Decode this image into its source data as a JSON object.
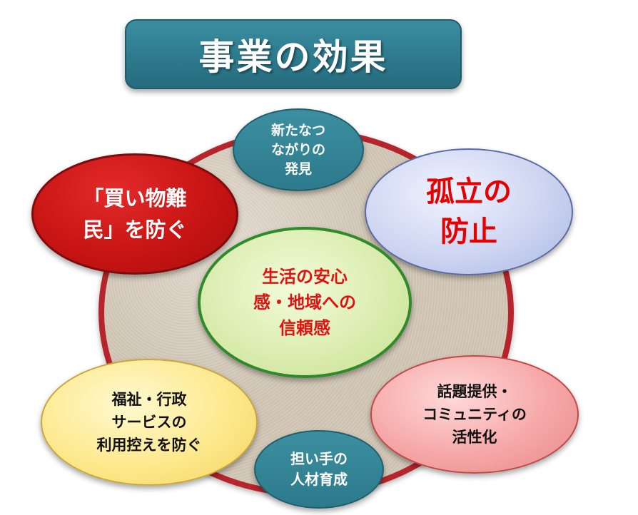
{
  "title": "事業の効果",
  "center": {
    "lines": [
      "生活の安心",
      "感・地域への",
      "信頼感"
    ]
  },
  "nodes": {
    "kaimono": {
      "lines": [
        "「買い物難",
        "民」を防ぐ"
      ]
    },
    "koritsu": {
      "lines": [
        "孤立の",
        "防止"
      ]
    },
    "tsunagari": {
      "lines": [
        "新たなつ",
        "ながりの",
        "発見"
      ]
    },
    "fukushi": {
      "lines": [
        "福祉・行政",
        "サービスの",
        "利用控えを防ぐ"
      ]
    },
    "wadai": {
      "lines": [
        "話題提供・",
        "コミュニティの",
        "活性化"
      ]
    },
    "ninaite": {
      "lines": [
        "担い手の",
        "人材育成"
      ]
    }
  },
  "colors": {
    "title_bg": "#2d7a8d",
    "ring_border": "#b5252b",
    "center_text": "#e01212",
    "kaimono_bg": "#c81414",
    "koritsu_text": "#e60000"
  }
}
